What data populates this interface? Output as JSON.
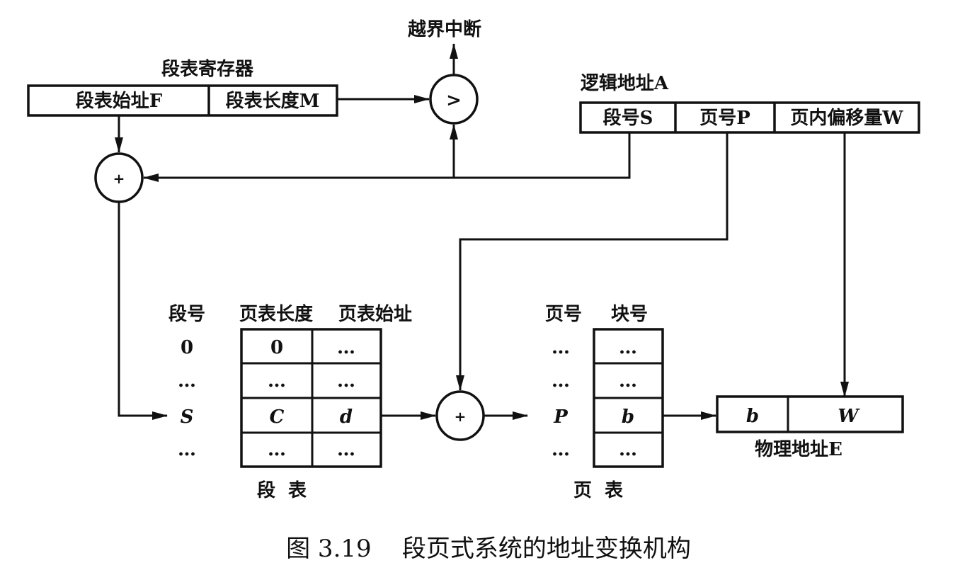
{
  "interrupt_label": "越界中断",
  "seg_table_register": {
    "title": "段表寄存器",
    "start_label": "段表始址F",
    "length_label": "段表长度M"
  },
  "comparator_symbol": ">",
  "adder_symbol": "+",
  "logical_address": {
    "title": "逻辑地址A",
    "fields": [
      "段号S",
      "页号P",
      "页内偏移量W"
    ]
  },
  "segment_table": {
    "headers": [
      "段号",
      "页表长度",
      "页表始址"
    ],
    "rows": [
      {
        "index": "0",
        "length": "0",
        "start": "…"
      },
      {
        "index": "…",
        "length": "…",
        "start": "…"
      },
      {
        "index": "S",
        "length": "C",
        "start": "d"
      },
      {
        "index": "…",
        "length": "…",
        "start": "…"
      }
    ],
    "caption": "段  表"
  },
  "page_table": {
    "headers": [
      "页号",
      "块号"
    ],
    "rows": [
      {
        "index": "…",
        "block": "…"
      },
      {
        "index": "…",
        "block": "…"
      },
      {
        "index": "P",
        "block": "b"
      },
      {
        "index": "…",
        "block": "…"
      }
    ],
    "caption": "页  表"
  },
  "physical_address": {
    "fields": [
      "b",
      "W"
    ],
    "title": "物理地址E"
  },
  "figure_caption": "图 3.19    段页式系统的地址变换机构"
}
